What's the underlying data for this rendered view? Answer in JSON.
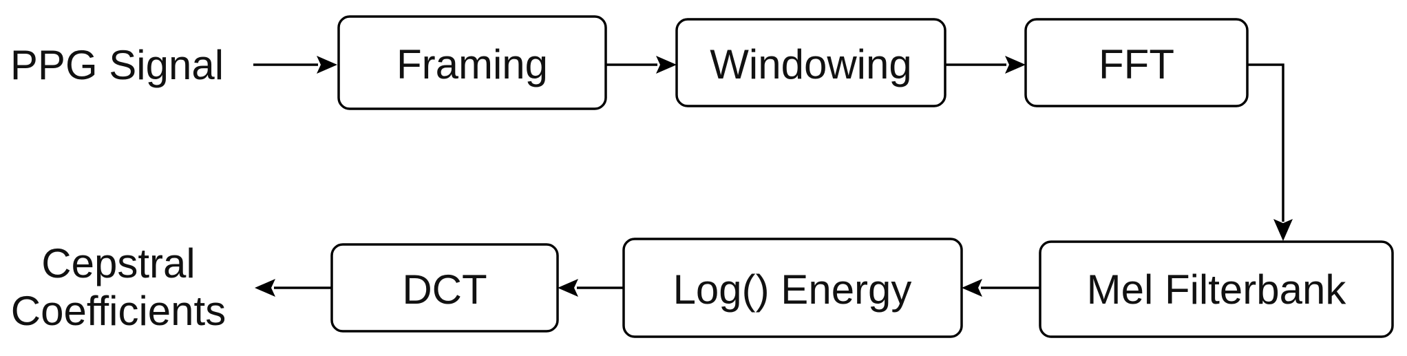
{
  "diagram": {
    "input_label": "PPG Signal",
    "output_label_line1": "Cepstral",
    "output_label_line2": "Coefficients",
    "steps": {
      "framing": "Framing",
      "windowing": "Windowing",
      "fft": "FFT",
      "mel": "Mel Filterbank",
      "log": "Log() Energy",
      "dct": "DCT"
    }
  }
}
